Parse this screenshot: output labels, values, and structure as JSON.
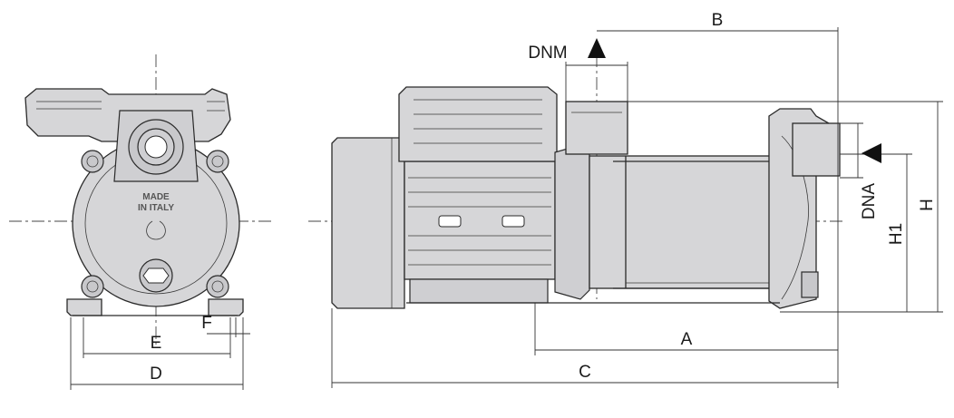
{
  "labels": {
    "A": "A",
    "B": "B",
    "C": "C",
    "D": "D",
    "E": "E",
    "F": "F",
    "H": "H",
    "H1": "H1",
    "DNM": "DNM",
    "DNA": "DNA",
    "made_in_italy_line1": "MADE",
    "made_in_italy_line2": "IN ITALY"
  },
  "icons": {
    "suction_arrow": "triangle-arrow-left",
    "delivery_arrow": "triangle-arrow-up"
  },
  "colors": {
    "body": "#d6d6d8",
    "line": "#2a2a2a",
    "background": "#ffffff"
  }
}
